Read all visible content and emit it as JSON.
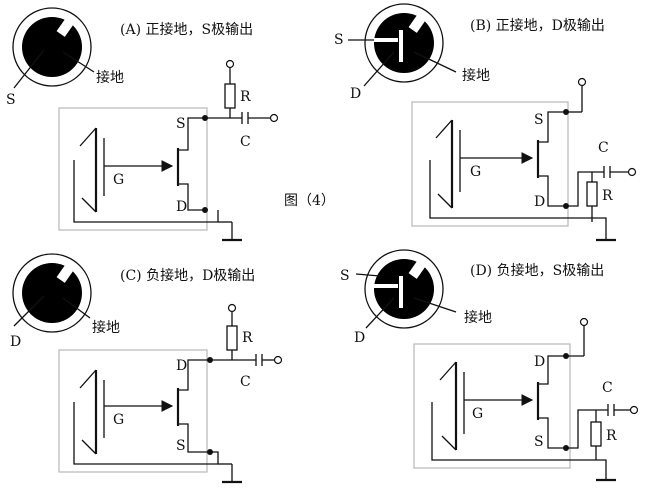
{
  "figure_label": "图（4）",
  "panels": [
    {
      "id": "a",
      "caption": "(A) 正接地，S极输出",
      "pin_left": "S",
      "pin_ground": "接地",
      "top_terminal": "S",
      "bottom_terminal": "D",
      "gate": "G",
      "resistor": "R",
      "capacitor": "C"
    },
    {
      "id": "b",
      "caption": "(B) 正接地，D极输出",
      "pin_top_left": "S",
      "pin_left": "D",
      "pin_ground": "接地",
      "top_terminal": "S",
      "bottom_terminal": "D",
      "gate": "G",
      "resistor": "R",
      "capacitor": "C"
    },
    {
      "id": "c",
      "caption": "(C) 负接地，D极输出",
      "pin_left": "D",
      "pin_ground": "接地",
      "top_terminal": "D",
      "bottom_terminal": "S",
      "gate": "G",
      "resistor": "R",
      "capacitor": "C"
    },
    {
      "id": "d",
      "caption": "(D) 负接地，S极输出",
      "pin_top_left": "S",
      "pin_left": "D",
      "pin_ground": "接地",
      "top_terminal": "D",
      "bottom_terminal": "S",
      "gate": "G",
      "resistor": "R",
      "capacitor": "C"
    }
  ]
}
